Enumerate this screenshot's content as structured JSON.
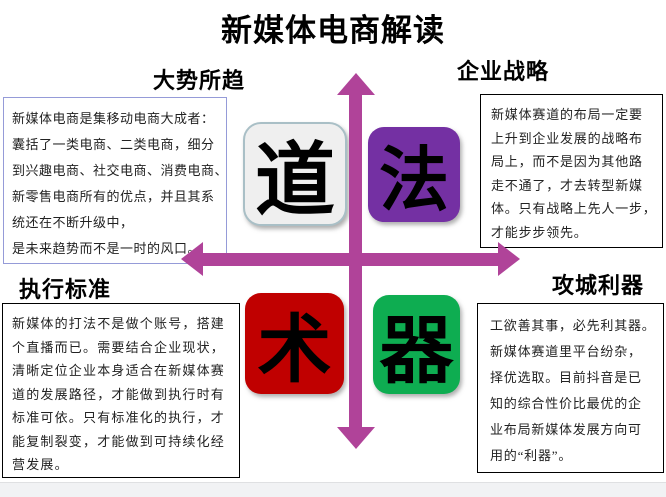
{
  "title": "新媒体电商解读",
  "quadrants": {
    "top_left": {
      "heading": "大势所趋",
      "body": "新媒体电商是集移动电商大成者：\n囊括了一类电商、二类电商，细分\n到兴趣电商、社交电商、消费电商、\n新零售电商所有的优点，并且其系\n统还在不断升级中，\n是未来趋势而不是一时的风口。"
    },
    "top_right": {
      "heading": "企业战略",
      "body": "新媒体赛道的布局一定要\n上升到企业发展的战略布\n局上，而不是因为其他路\n走不通了，才去转型新媒\n体。只有战略上先人一步，\n才能步步领先。"
    },
    "bottom_left": {
      "heading": "执行标准",
      "body": "新媒体的打法不是做个账号，搭建\n个直播而已。需要结合企业现状，\n清晰定位企业本身适合在新媒体赛\n道的发展路径，才能做到执行时有\n标准可依。只有标准化的执行，才\n能复制裂变，才能做到可持续化经\n营发展。"
    },
    "bottom_right": {
      "heading": "攻城利器",
      "body": "工欲善其事，必先利其器。\n新媒体赛道里平台纷杂，\n择优选取。目前抖音是已\n知的综合性价比最优的企\n业布局新媒体发展方向可\n用的“利器”。"
    }
  },
  "concepts": [
    {
      "char": "道",
      "bg": "#EFEFEF",
      "border": "#A9BFC6"
    },
    {
      "char": "法",
      "bg": "#7430A3"
    },
    {
      "char": "术",
      "bg": "#C00000"
    },
    {
      "char": "器",
      "bg": "#0EAD51"
    }
  ],
  "colors": {
    "axis": "#B04399",
    "box_border_light": "#959BD8",
    "box_border_dark": "#000000",
    "text": "#222222"
  }
}
